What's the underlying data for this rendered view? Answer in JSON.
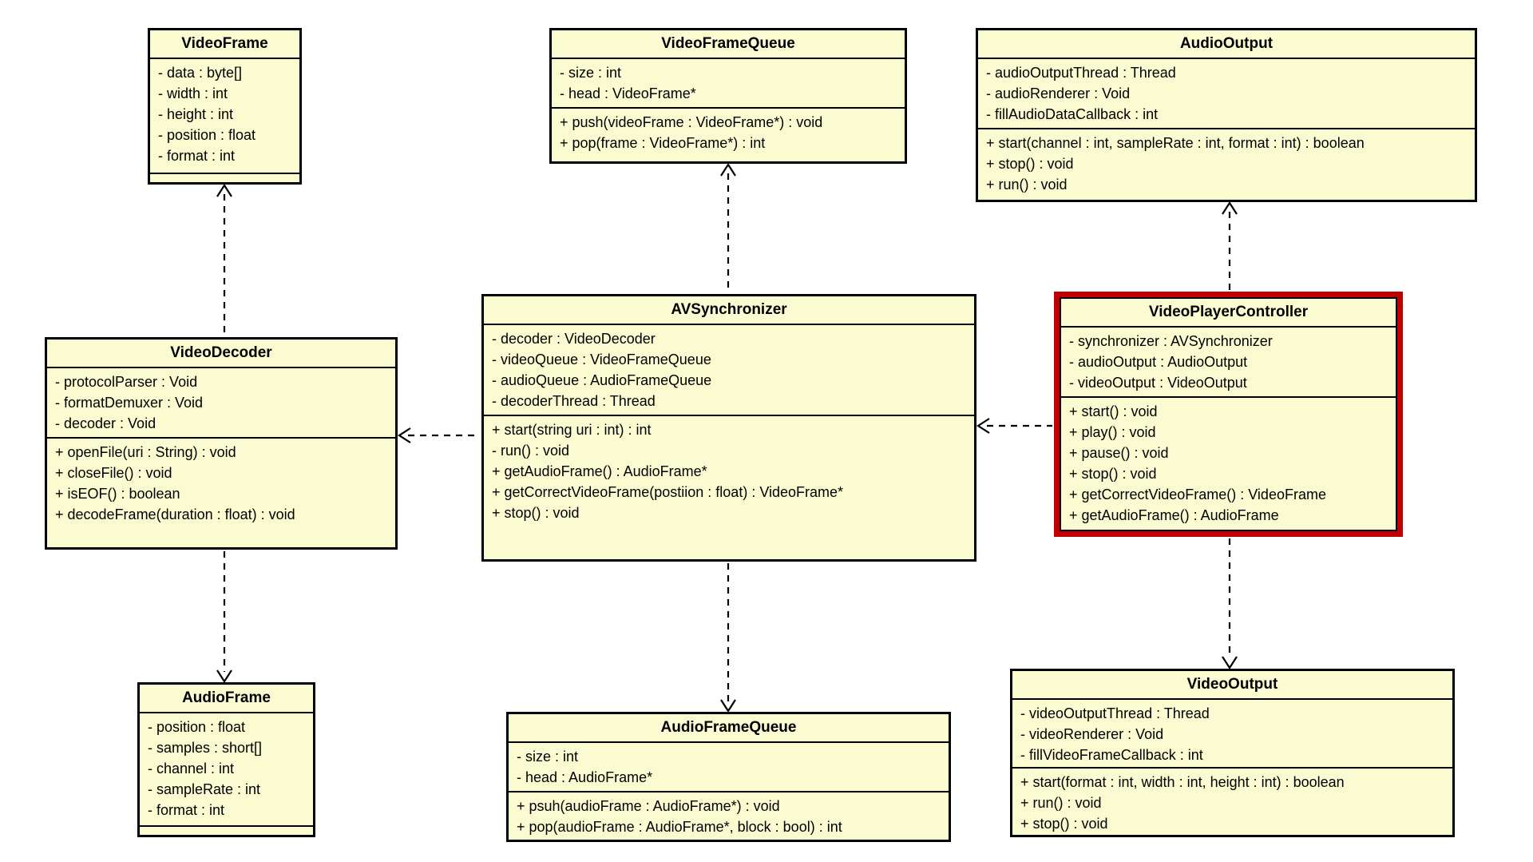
{
  "diagram_type": "uml-class-diagram",
  "colors": {
    "class_fill": "#fbfbd2",
    "class_border": "#000000",
    "highlight_border": "#c00000",
    "background": "#ffffff"
  },
  "classes": {
    "video_frame": {
      "name": "VideoFrame",
      "attributes": [
        "- data : byte[]",
        "- width : int",
        "- height : int",
        "- position : float",
        "- format : int"
      ],
      "methods": []
    },
    "video_frame_queue": {
      "name": "VideoFrameQueue",
      "attributes": [
        "- size : int",
        "- head : VideoFrame*"
      ],
      "methods": [
        "+ push(videoFrame : VideoFrame*) : void",
        "+ pop(frame : VideoFrame*) : int"
      ]
    },
    "audio_output": {
      "name": "AudioOutput",
      "attributes": [
        "- audioOutputThread : Thread",
        "- audioRenderer : Void",
        "- fillAudioDataCallback : int"
      ],
      "methods": [
        "+ start(channel : int, sampleRate : int, format : int) : boolean",
        "+ stop() : void",
        "+ run() : void"
      ]
    },
    "video_decoder": {
      "name": "VideoDecoder",
      "attributes": [
        "- protocolParser : Void",
        "- formatDemuxer : Void",
        "- decoder : Void"
      ],
      "methods": [
        "+ openFile(uri : String) : void",
        "+ closeFile() : void",
        "+ isEOF() : boolean",
        "+ decodeFrame(duration : float) : void"
      ]
    },
    "av_synchronizer": {
      "name": "AVSynchronizer",
      "attributes": [
        "- decoder : VideoDecoder",
        "- videoQueue : VideoFrameQueue",
        "- audioQueue : AudioFrameQueue",
        "- decoderThread : Thread"
      ],
      "methods": [
        "+ start(string uri : int) : int",
        "- run() : void",
        "+ getAudioFrame() : AudioFrame*",
        "+ getCorrectVideoFrame(postiion : float) : VideoFrame*",
        "+ stop() : void"
      ]
    },
    "video_player_controller": {
      "name": "VideoPlayerController",
      "attributes": [
        "- synchronizer : AVSynchronizer",
        "- audioOutput : AudioOutput",
        "- videoOutput : VideoOutput"
      ],
      "methods": [
        "+ start() : void",
        "+ play() : void",
        "+ pause() : void",
        "+ stop() : void",
        "+ getCorrectVideoFrame() : VideoFrame",
        "+ getAudioFrame() : AudioFrame"
      ]
    },
    "audio_frame": {
      "name": "AudioFrame",
      "attributes": [
        "- position : float",
        "- samples : short[]",
        "- channel : int",
        "- sampleRate : int",
        "- format : int"
      ],
      "methods": []
    },
    "audio_frame_queue": {
      "name": "AudioFrameQueue",
      "attributes": [
        "- size : int",
        "- head : AudioFrame*"
      ],
      "methods": [
        "+ psuh(audioFrame : AudioFrame*) : void",
        "+ pop(audioFrame : AudioFrame*, block : bool) : int"
      ]
    },
    "video_output": {
      "name": "VideoOutput",
      "attributes": [
        "- videoOutputThread : Thread",
        "- videoRenderer : Void",
        "- fillVideoFrameCallback : int"
      ],
      "methods": [
        "+ start(format : int, width : int, height : int) : boolean",
        "+ run() : void",
        "+ stop() : void"
      ]
    }
  },
  "relationships": [
    {
      "from": "VideoDecoder",
      "to": "VideoFrame",
      "type": "dashed-dependency"
    },
    {
      "from": "AVSynchronizer",
      "to": "VideoFrameQueue",
      "type": "dashed-dependency"
    },
    {
      "from": "VideoPlayerController",
      "to": "AudioOutput",
      "type": "dashed-dependency"
    },
    {
      "from": "AVSynchronizer",
      "to": "VideoDecoder",
      "type": "dashed-dependency"
    },
    {
      "from": "VideoPlayerController",
      "to": "AVSynchronizer",
      "type": "dashed-dependency"
    },
    {
      "from": "VideoDecoder",
      "to": "AudioFrame",
      "type": "dashed-dependency"
    },
    {
      "from": "AVSynchronizer",
      "to": "AudioFrameQueue",
      "type": "dashed-dependency"
    },
    {
      "from": "VideoPlayerController",
      "to": "VideoOutput",
      "type": "dashed-dependency"
    }
  ]
}
